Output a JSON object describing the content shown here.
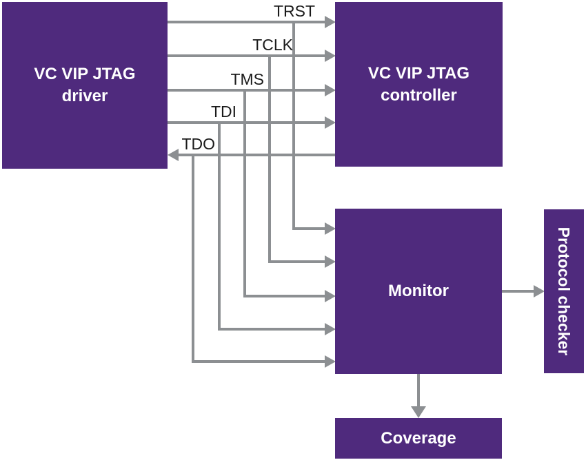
{
  "colors": {
    "box_purple": "#4F2A7D",
    "wire_gray": "#8C8F92",
    "label_text": "#1A1A1A",
    "box_text": "#FFFFFF",
    "background": "#FFFFFF"
  },
  "boxes": {
    "driver": {
      "label": "VC VIP JTAG\ndriver"
    },
    "controller": {
      "label": "VC VIP JTAG\ncontroller"
    },
    "monitor": {
      "label": "Monitor"
    },
    "protocol_checker": {
      "label": "Protocol checker"
    },
    "coverage": {
      "label": "Coverage"
    }
  },
  "signals": [
    {
      "name": "TRST",
      "from": "VC VIP JTAG driver",
      "to": [
        "VC VIP JTAG controller",
        "Monitor"
      ]
    },
    {
      "name": "TCLK",
      "from": "VC VIP JTAG driver",
      "to": [
        "VC VIP JTAG controller",
        "Monitor"
      ]
    },
    {
      "name": "TMS",
      "from": "VC VIP JTAG driver",
      "to": [
        "VC VIP JTAG controller",
        "Monitor"
      ]
    },
    {
      "name": "TDI",
      "from": "VC VIP JTAG driver",
      "to": [
        "VC VIP JTAG controller",
        "Monitor"
      ]
    },
    {
      "name": "TDO",
      "from": "VC VIP JTAG controller",
      "to": [
        "VC VIP JTAG driver",
        "Monitor"
      ]
    }
  ],
  "edges": [
    {
      "from": "Monitor",
      "to": "Protocol checker"
    },
    {
      "from": "Monitor",
      "to": "Coverage"
    }
  ]
}
